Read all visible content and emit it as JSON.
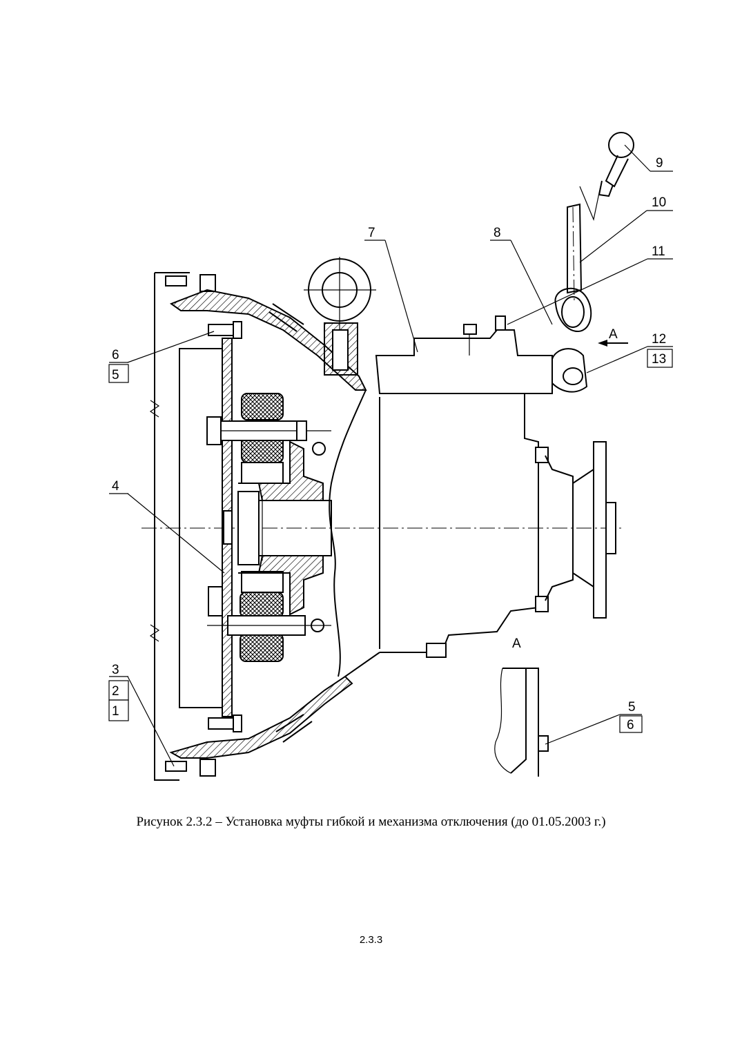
{
  "figure": {
    "caption": "Рисунок 2.3.2 – Установка муфты гибкой и механизма отключения (до 01.05.2003 г.)",
    "view_label": "А",
    "section_label": "А",
    "callouts": {
      "c1": "1",
      "c2": "2",
      "c3": "3",
      "c4": "4",
      "c5": "5",
      "c5b": "5",
      "c6": "6",
      "c6b": "6",
      "c7": "7",
      "c8": "8",
      "c9": "9",
      "c10": "10",
      "c11": "11",
      "c12": "12",
      "c13": "13"
    }
  },
  "page": {
    "number": "2.3.3"
  }
}
